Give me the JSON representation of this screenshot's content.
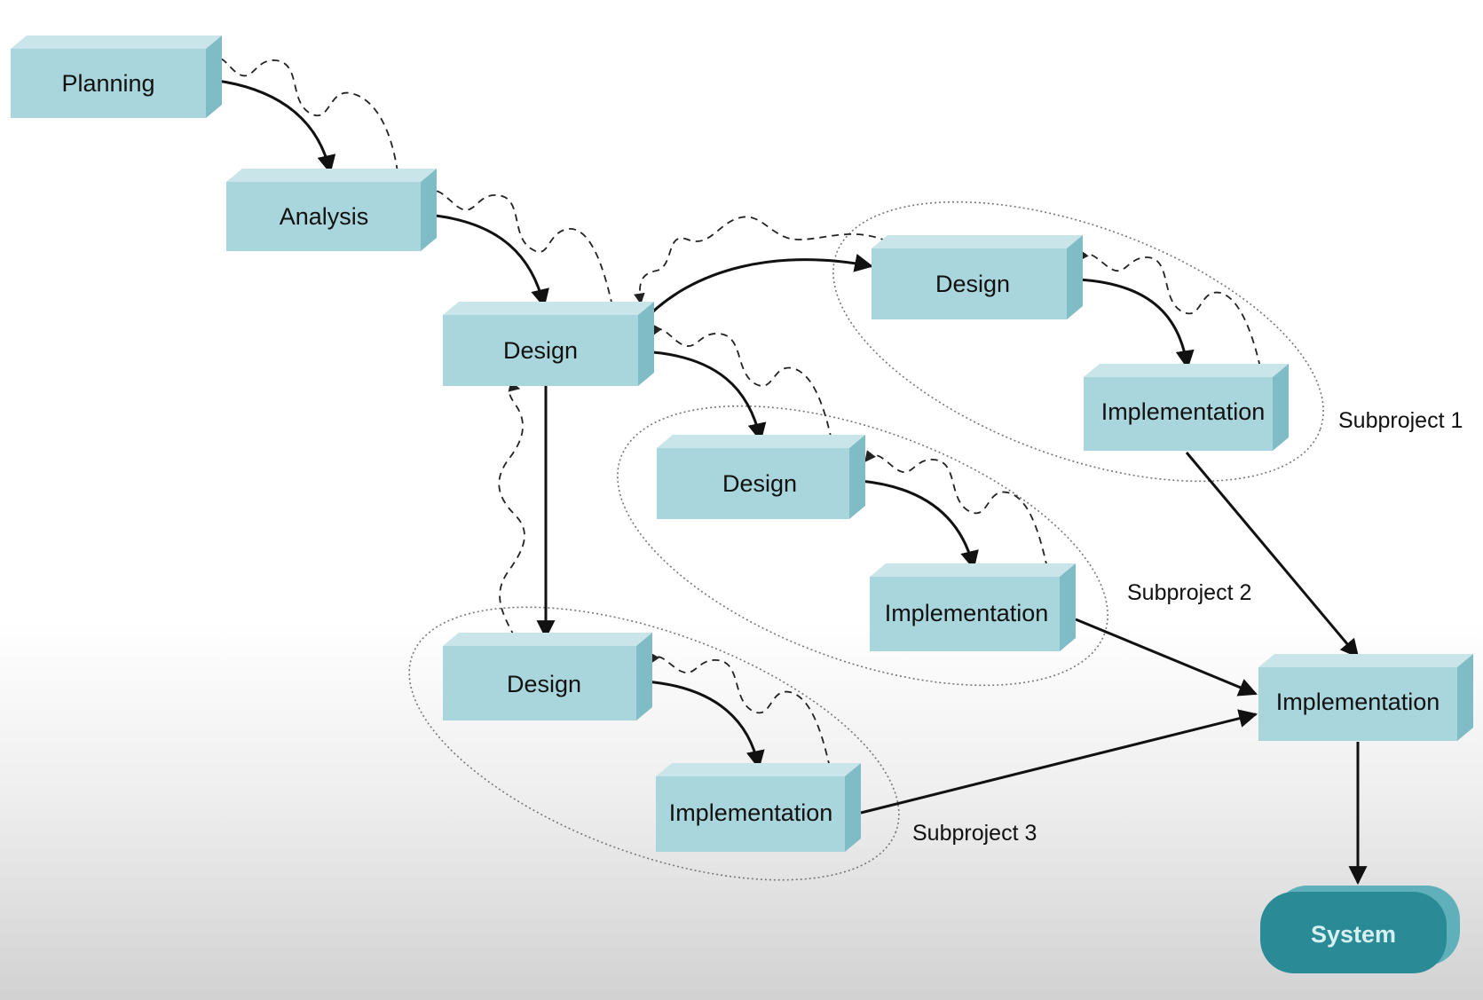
{
  "colors": {
    "box_front": "#a8d6dc",
    "box_top": "#c9e5e9",
    "box_side": "#7fbcc6",
    "system_fill": "#2a8a96",
    "system_top": "#5fb0ba",
    "system_text": "#d6f0f2",
    "arrow": "#111111"
  },
  "nodes": {
    "planning": "Planning",
    "analysis": "Analysis",
    "design_main": "Design",
    "design_sub1": "Design",
    "implementation_sub1": "Implementation",
    "design_sub2": "Design",
    "implementation_sub2": "Implementation",
    "design_sub3": "Design",
    "implementation_sub3": "Implementation",
    "implementation_final": "Implementation",
    "system": "System"
  },
  "groups": {
    "subproject_1": "Subproject 1",
    "subproject_2": "Subproject 2",
    "subproject_3": "Subproject 3"
  }
}
